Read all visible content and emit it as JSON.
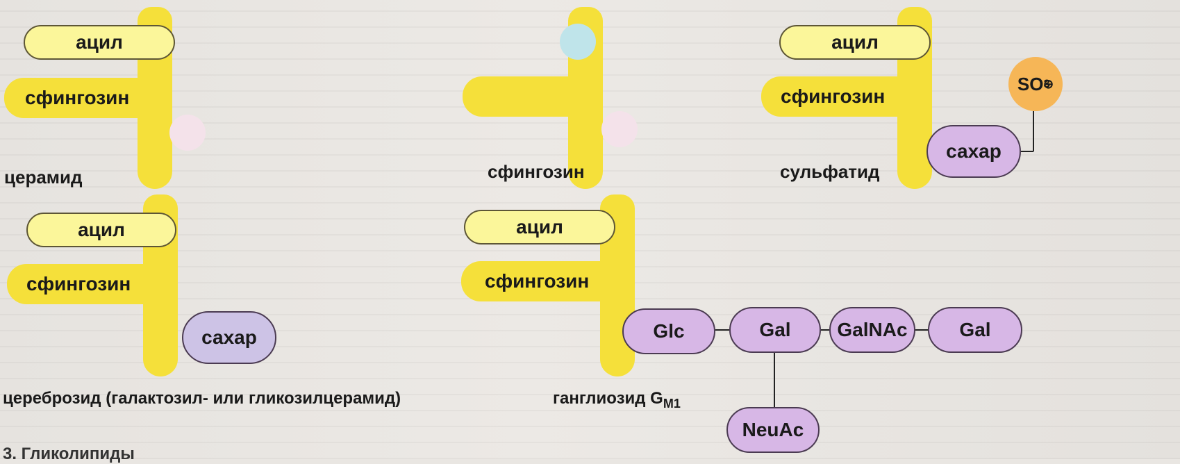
{
  "ceramide": {
    "acyl": "ацил",
    "sphingosine": "сфингозин",
    "caption": "церамид"
  },
  "sphingosine": {
    "caption": "сфингозин"
  },
  "sulfatide": {
    "acyl": "ацил",
    "sphingosine": "сфингозин",
    "sugar": "сахар",
    "so3": "SO",
    "so3_sub": "3",
    "so3_sup": "⊖",
    "caption": "сульфатид"
  },
  "cerebroside": {
    "acyl": "ацил",
    "sphingosine": "сфингозин",
    "sugar": "сахар",
    "caption": "цереброзид (галактозил- или гликозилцерамид)"
  },
  "ganglioside": {
    "acyl": "ацил",
    "sphingosine": "сфингозин",
    "caption": "ганглиозид G",
    "caption_sub": "M1",
    "sugars": [
      "Glc",
      "Gal",
      "GalNAc",
      "Gal",
      "NeuAc"
    ]
  },
  "figure_caption": "3. Гликолипиды",
  "colors": {
    "stem": "#f5e03a",
    "acyl": "#fbf69a",
    "sugar": "#d7b7e6",
    "so3": "#f6b657"
  }
}
